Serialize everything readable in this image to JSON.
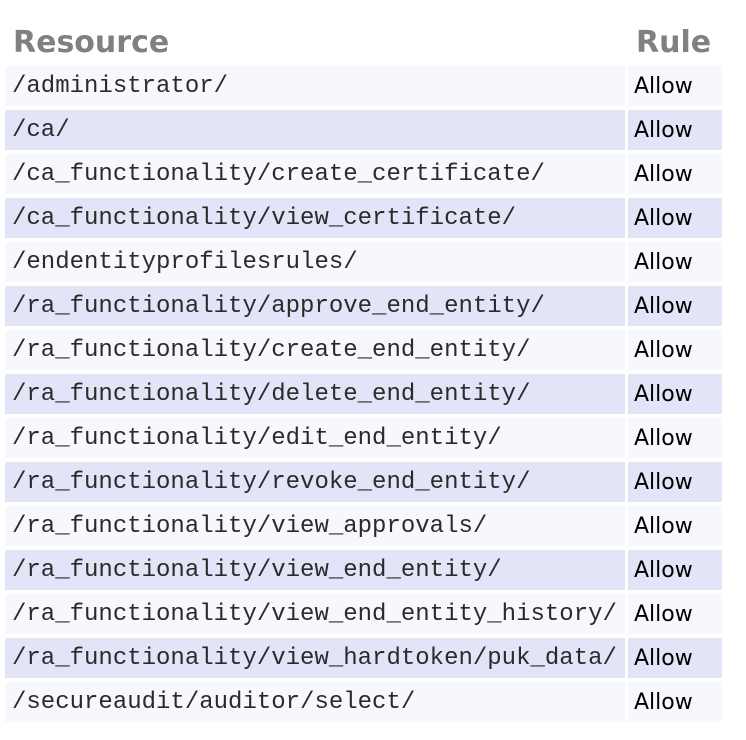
{
  "table": {
    "columns": [
      {
        "label": "Resource"
      },
      {
        "label": "Rule"
      }
    ],
    "rows": [
      {
        "resource": "/administrator/",
        "rule": "Allow"
      },
      {
        "resource": "/ca/",
        "rule": "Allow"
      },
      {
        "resource": "/ca_functionality/create_certificate/",
        "rule": "Allow"
      },
      {
        "resource": "/ca_functionality/view_certificate/",
        "rule": "Allow"
      },
      {
        "resource": "/endentityprofilesrules/",
        "rule": "Allow"
      },
      {
        "resource": "/ra_functionality/approve_end_entity/",
        "rule": "Allow"
      },
      {
        "resource": "/ra_functionality/create_end_entity/",
        "rule": "Allow"
      },
      {
        "resource": "/ra_functionality/delete_end_entity/",
        "rule": "Allow"
      },
      {
        "resource": "/ra_functionality/edit_end_entity/",
        "rule": "Allow"
      },
      {
        "resource": "/ra_functionality/revoke_end_entity/",
        "rule": "Allow"
      },
      {
        "resource": "/ra_functionality/view_approvals/",
        "rule": "Allow"
      },
      {
        "resource": "/ra_functionality/view_end_entity/",
        "rule": "Allow"
      },
      {
        "resource": "/ra_functionality/view_end_entity_history/",
        "rule": "Allow"
      },
      {
        "resource": "/ra_functionality/view_hardtoken/puk_data/",
        "rule": "Allow"
      },
      {
        "resource": "/secureaudit/auditor/select/",
        "rule": "Allow"
      }
    ]
  },
  "theme": {
    "header_text_color": "#808080",
    "row_light_bg": "#f7f8fc",
    "row_dark_bg": "#e2e5f7",
    "resource_text_color": "#2b2b2b",
    "rule_text_color": "#000000",
    "page_bg": "#ffffff"
  }
}
